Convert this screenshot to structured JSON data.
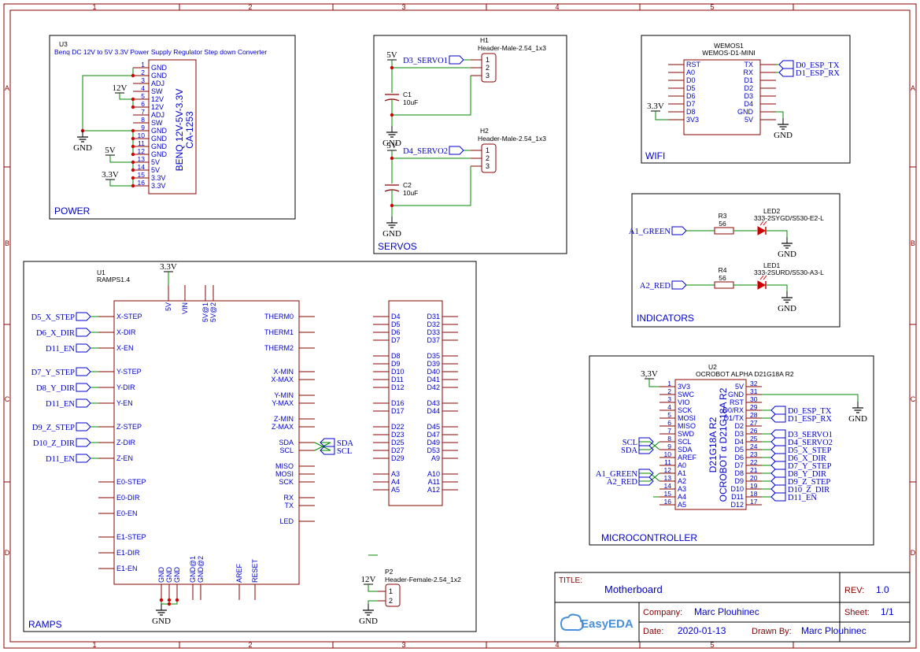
{
  "frame": {
    "col_labels": [
      "1",
      "2",
      "3",
      "4",
      "5"
    ],
    "row_labels": [
      "A",
      "B",
      "C",
      "D"
    ]
  },
  "blocks": {
    "power": "POWER",
    "servos": "SERVOS",
    "wifi": "WIFI",
    "indicators": "INDICATORS",
    "ramps": "RAMPS",
    "microcontroller": "MICROCONTROLLER"
  },
  "power": {
    "ref": "U3",
    "value": "Benq DC 12V to 5V 3.3V Power Supply Regulator Step down Converter",
    "body_line1": "BENQ 12V-5V-3.3V",
    "body_line2": "CA-1253",
    "pins": [
      {
        "num": "1",
        "name": "GND"
      },
      {
        "num": "2",
        "name": "GND"
      },
      {
        "num": "3",
        "name": "ADJ"
      },
      {
        "num": "4",
        "name": "SW"
      },
      {
        "num": "5",
        "name": "12V"
      },
      {
        "num": "6",
        "name": "12V"
      },
      {
        "num": "7",
        "name": "ADJ"
      },
      {
        "num": "8",
        "name": "SW"
      },
      {
        "num": "9",
        "name": "GND"
      },
      {
        "num": "10",
        "name": "GND"
      },
      {
        "num": "11",
        "name": "GND"
      },
      {
        "num": "12",
        "name": "GND"
      },
      {
        "num": "13",
        "name": "5V"
      },
      {
        "num": "14",
        "name": "5V"
      },
      {
        "num": "15",
        "name": "3.3V"
      },
      {
        "num": "16",
        "name": "3.3V"
      }
    ]
  },
  "servos": {
    "h1_ref": "H1",
    "h1_value": "Header-Male-2.54_1x3",
    "h2_ref": "H2",
    "h2_value": "Header-Male-2.54_1x3",
    "c1_ref": "C1",
    "c1_value": "10uF",
    "c2_ref": "C2",
    "c2_value": "10uF",
    "net1": "D3_SERVO1",
    "net2": "D4_SERVO2",
    "pin1": "1",
    "pin2": "2",
    "pin3": "3"
  },
  "wifi": {
    "ref": "WEMOS1",
    "value": "WEMOS-D1-MINI",
    "left_pins": [
      "RST",
      "A0",
      "D0",
      "D5",
      "D6",
      "D7",
      "D8",
      "3V3"
    ],
    "right_pins": [
      "TX",
      "RX",
      "D1",
      "D2",
      "D3",
      "D4",
      "GND",
      "5V"
    ],
    "net_tx": "D0_ESP_TX",
    "net_rx": "D1_ESP_RX"
  },
  "indicators": {
    "r3_ref": "R3",
    "r3_value": "56",
    "r4_ref": "R4",
    "r4_value": "56",
    "led2_ref": "LED2",
    "led2_value": "333-2SYGD/S530-E2-L",
    "led1_ref": "LED1",
    "led1_value": "333-2SURD/S530-A3-L",
    "net_green": "A1_GREEN",
    "net_red": "A2_RED"
  },
  "ramps": {
    "ref": "U1",
    "value": "RAMPS1.4",
    "top_pins": [
      "5V",
      "VIN",
      "5V@1",
      "5V@2"
    ],
    "left_pins": [
      "X-STEP",
      "X-DIR",
      "X-EN",
      "Y-STEP",
      "Y-DIR",
      "Y-EN",
      "Z-STEP",
      "Z-DIR",
      "Z-EN",
      "E0-STEP",
      "E0-DIR",
      "E0-EN",
      "E1-STEP",
      "E1-DIR",
      "E1-EN"
    ],
    "right_pins": [
      "THERM0",
      "THERM1",
      "THERM2",
      "X-MIN",
      "X-MAX",
      "Y-MIN",
      "Y-MAX",
      "Z-MIN",
      "Z-MAX",
      "SDA",
      "SCL",
      "MISO",
      "MOSI",
      "SCK",
      "RX",
      "TX",
      "LED"
    ],
    "bottom_pins": [
      "GND",
      "GND",
      "GND",
      "GND@1",
      "GND@2",
      "AREF",
      "RESET"
    ],
    "nets_left": [
      "D5_X_STEP",
      "D6_X_DIR",
      "D11_EN",
      "D7_Y_STEP",
      "D8_Y_DIR",
      "D11_EN",
      "D9_Z_STEP",
      "D10_Z_DIR",
      "D11_EN"
    ],
    "net_sda": "SDA",
    "net_scl": "SCL",
    "hdr_left": [
      "D4",
      "D5",
      "D6",
      "D7",
      "D8",
      "D9",
      "D10",
      "D11",
      "D12",
      "D16",
      "D17",
      "D22",
      "D23",
      "D25",
      "D27",
      "D29",
      "A3",
      "A4",
      "A5"
    ],
    "hdr_right": [
      "D31",
      "D32",
      "D33",
      "D37",
      "D35",
      "D39",
      "D40",
      "D41",
      "D42",
      "D43",
      "D44",
      "D45",
      "D47",
      "D49",
      "D53",
      "A9",
      "A10",
      "A11",
      "A12"
    ]
  },
  "p2": {
    "ref": "P2",
    "value": "Header-Female-2.54_1x2"
  },
  "mcu": {
    "ref": "U2",
    "value": "OCROBOT ALPHA D21G18A R2",
    "body_line1": "D21G18A R2",
    "body_line2": "OCROBOT α D21G18A R2",
    "left_pins": [
      {
        "num": "1",
        "name": "3V3"
      },
      {
        "num": "2",
        "name": "SWC"
      },
      {
        "num": "3",
        "name": "VIO"
      },
      {
        "num": "4",
        "name": "SCK"
      },
      {
        "num": "5",
        "name": "MOSI"
      },
      {
        "num": "6",
        "name": "MISO"
      },
      {
        "num": "7",
        "name": "SWD"
      },
      {
        "num": "8",
        "name": "SCL"
      },
      {
        "num": "9",
        "name": "SDA"
      },
      {
        "num": "10",
        "name": "AREF"
      },
      {
        "num": "11",
        "name": "A0"
      },
      {
        "num": "12",
        "name": "A1"
      },
      {
        "num": "13",
        "name": "A2"
      },
      {
        "num": "14",
        "name": "A3"
      },
      {
        "num": "15",
        "name": "A4"
      },
      {
        "num": "16",
        "name": "A5"
      }
    ],
    "right_pins": [
      {
        "num": "32",
        "name": "5V"
      },
      {
        "num": "31",
        "name": "GND"
      },
      {
        "num": "30",
        "name": "RST"
      },
      {
        "num": "29",
        "name": "D0/RX"
      },
      {
        "num": "28",
        "name": "D1/TX"
      },
      {
        "num": "27",
        "name": "D2"
      },
      {
        "num": "26",
        "name": "D3"
      },
      {
        "num": "25",
        "name": "D4"
      },
      {
        "num": "24",
        "name": "D5"
      },
      {
        "num": "23",
        "name": "D6"
      },
      {
        "num": "22",
        "name": "D7"
      },
      {
        "num": "21",
        "name": "D8"
      },
      {
        "num": "20",
        "name": "D9"
      },
      {
        "num": "19",
        "name": "D10"
      },
      {
        "num": "18",
        "name": "D11"
      },
      {
        "num": "17",
        "name": "D12"
      }
    ],
    "right_nets": [
      "D0_ESP_TX",
      "D1_ESP_RX",
      "D3_SERVO1",
      "D4_SERVO2",
      "D5_X_STEP",
      "D6_X_DIR",
      "D7_Y_STEP",
      "D8_Y_DIR",
      "D9_Z_STEP",
      "D10_Z_DIR",
      "D11_EN"
    ],
    "net_scl": "SCL",
    "net_sda": "SDA",
    "net_green": "A1_GREEN",
    "net_red": "A2_RED"
  },
  "power_labels": {
    "gnd": "GND",
    "v12": "12V",
    "v5": "5V",
    "v33": "3.3V",
    "v33_alt": "3,3V"
  },
  "title_block": {
    "title_label": "TITLE:",
    "title": "Motherboard",
    "rev_label": "REV:",
    "rev": "1.0",
    "company_label": "Company:",
    "company": "Marc Plouhinec",
    "sheet_label": "Sheet:",
    "sheet": "1/1",
    "date_label": "Date:",
    "date": "2020-01-13",
    "drawn_label": "Drawn By:",
    "drawn_by": "Marc Plouhinec",
    "logo_text": "EasyEDA"
  },
  "colors": {
    "frame": "#8b0000",
    "pin": "#8b0000",
    "wire": "#008800",
    "text": "#0000cc",
    "black": "#000000"
  }
}
